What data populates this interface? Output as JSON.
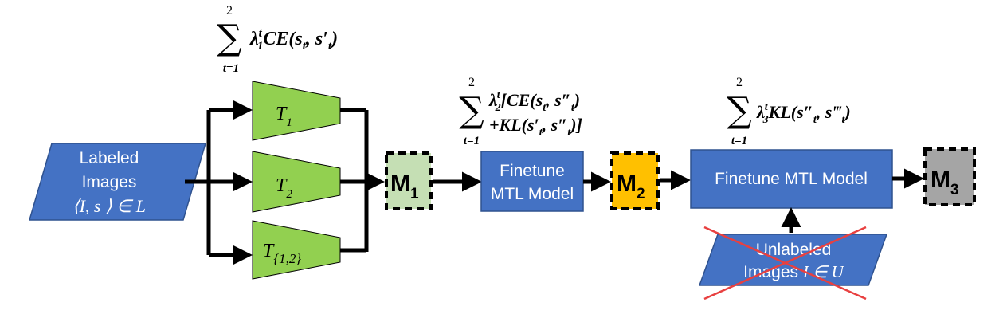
{
  "input": {
    "line1": "Labeled",
    "line2": "Images",
    "line3": "⟨I, s ⟩ ∈ L"
  },
  "teachers": [
    {
      "letter": "T",
      "sub": "1"
    },
    {
      "letter": "T",
      "sub": "2"
    },
    {
      "letter": "T",
      "sub": "{1,2}"
    }
  ],
  "loss1": {
    "sum_top": "2",
    "sum_bottom": "t=1",
    "expr": "λ",
    "expr_sup": "t",
    "expr_sub": "1",
    "expr_rest": "CE(s",
    "expr_rest_sub": "t",
    "expr_rest2": ", s′",
    "expr_rest2_sub": "t",
    "expr_end": ")"
  },
  "m1": {
    "letter": "M",
    "sub": "1",
    "color": "#c5dfb4"
  },
  "finetune1": {
    "line1": "Finetune",
    "line2": "MTL Model"
  },
  "loss2": {
    "sum_top": "2",
    "sum_bottom": "t=1",
    "line1_a": "λ",
    "line1_sup": "t",
    "line1_sub": "2",
    "line1_b": "[CE(s",
    "line1_b_sub": "t",
    "line1_c": ", s″",
    "line1_c_sub": "t",
    "line1_d": ")",
    "line2_a": "+KL(s′",
    "line2_a_sub": "t",
    "line2_b": ", s″",
    "line2_b_sub": "t",
    "line2_c": ")]"
  },
  "m2": {
    "letter": "M",
    "sub": "2",
    "color": "#ffc000"
  },
  "loss3": {
    "sum_top": "2",
    "sum_bottom": "t=1",
    "a": "λ",
    "sup": "t",
    "sub": "3",
    "b": "KL(s″",
    "b_sub": "t",
    "c": ", s‴",
    "c_sub": "t",
    "d": ")"
  },
  "finetune2": {
    "label": "Finetune MTL Model"
  },
  "m3": {
    "letter": "M",
    "sub": "3",
    "color": "#a5a5a5"
  },
  "unlabeled": {
    "line1": "Unlabeled",
    "line2": "Images ",
    "line2_math": "I ∈ U"
  },
  "colors": {
    "blue": "#4472c4",
    "green": "#92d050",
    "cross": "#e84040"
  }
}
